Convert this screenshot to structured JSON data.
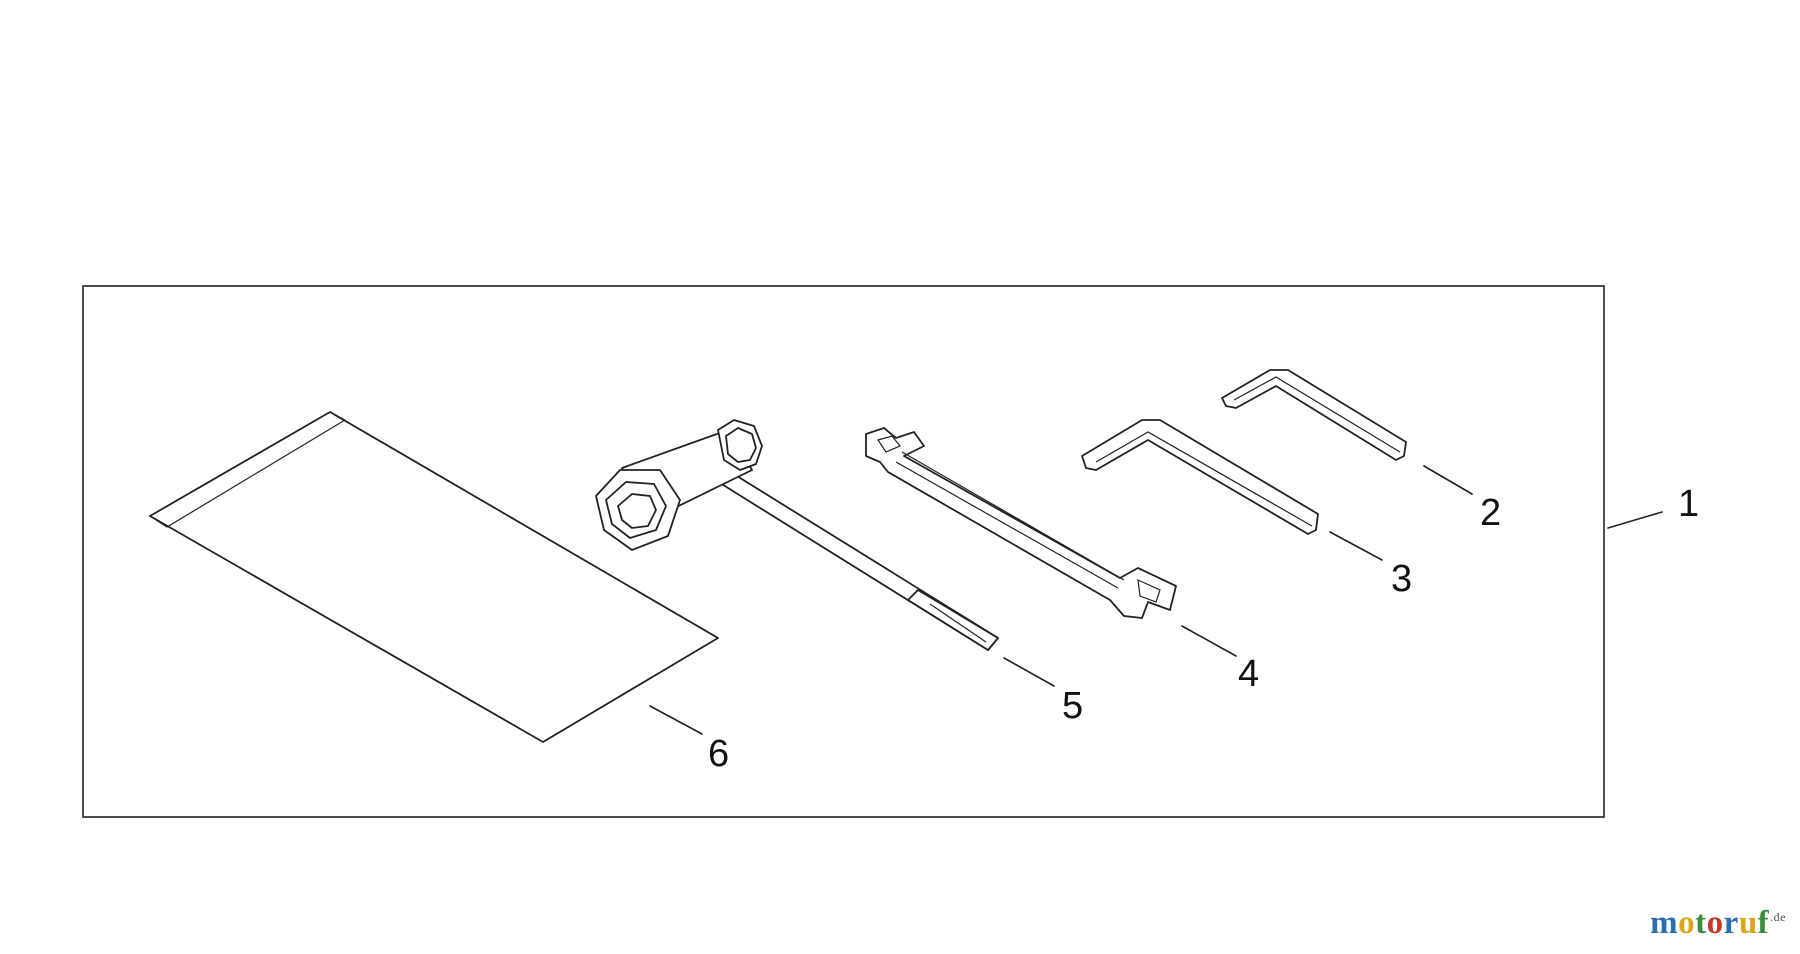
{
  "callouts": {
    "c1": "1",
    "c2": "2",
    "c3": "3",
    "c4": "4",
    "c5": "5",
    "c6": "6"
  },
  "watermark": {
    "letters": [
      "m",
      "o",
      "t",
      "o",
      "r",
      "u",
      "f"
    ],
    "colors": [
      "#2b6db3",
      "#d8a61f",
      "#3a8c3f",
      "#c0392b",
      "#2b6db3",
      "#d8a61f",
      "#3a8c3f"
    ],
    "suffix": ".de"
  },
  "colors": {
    "line": "#222222",
    "background": "#ffffff"
  }
}
